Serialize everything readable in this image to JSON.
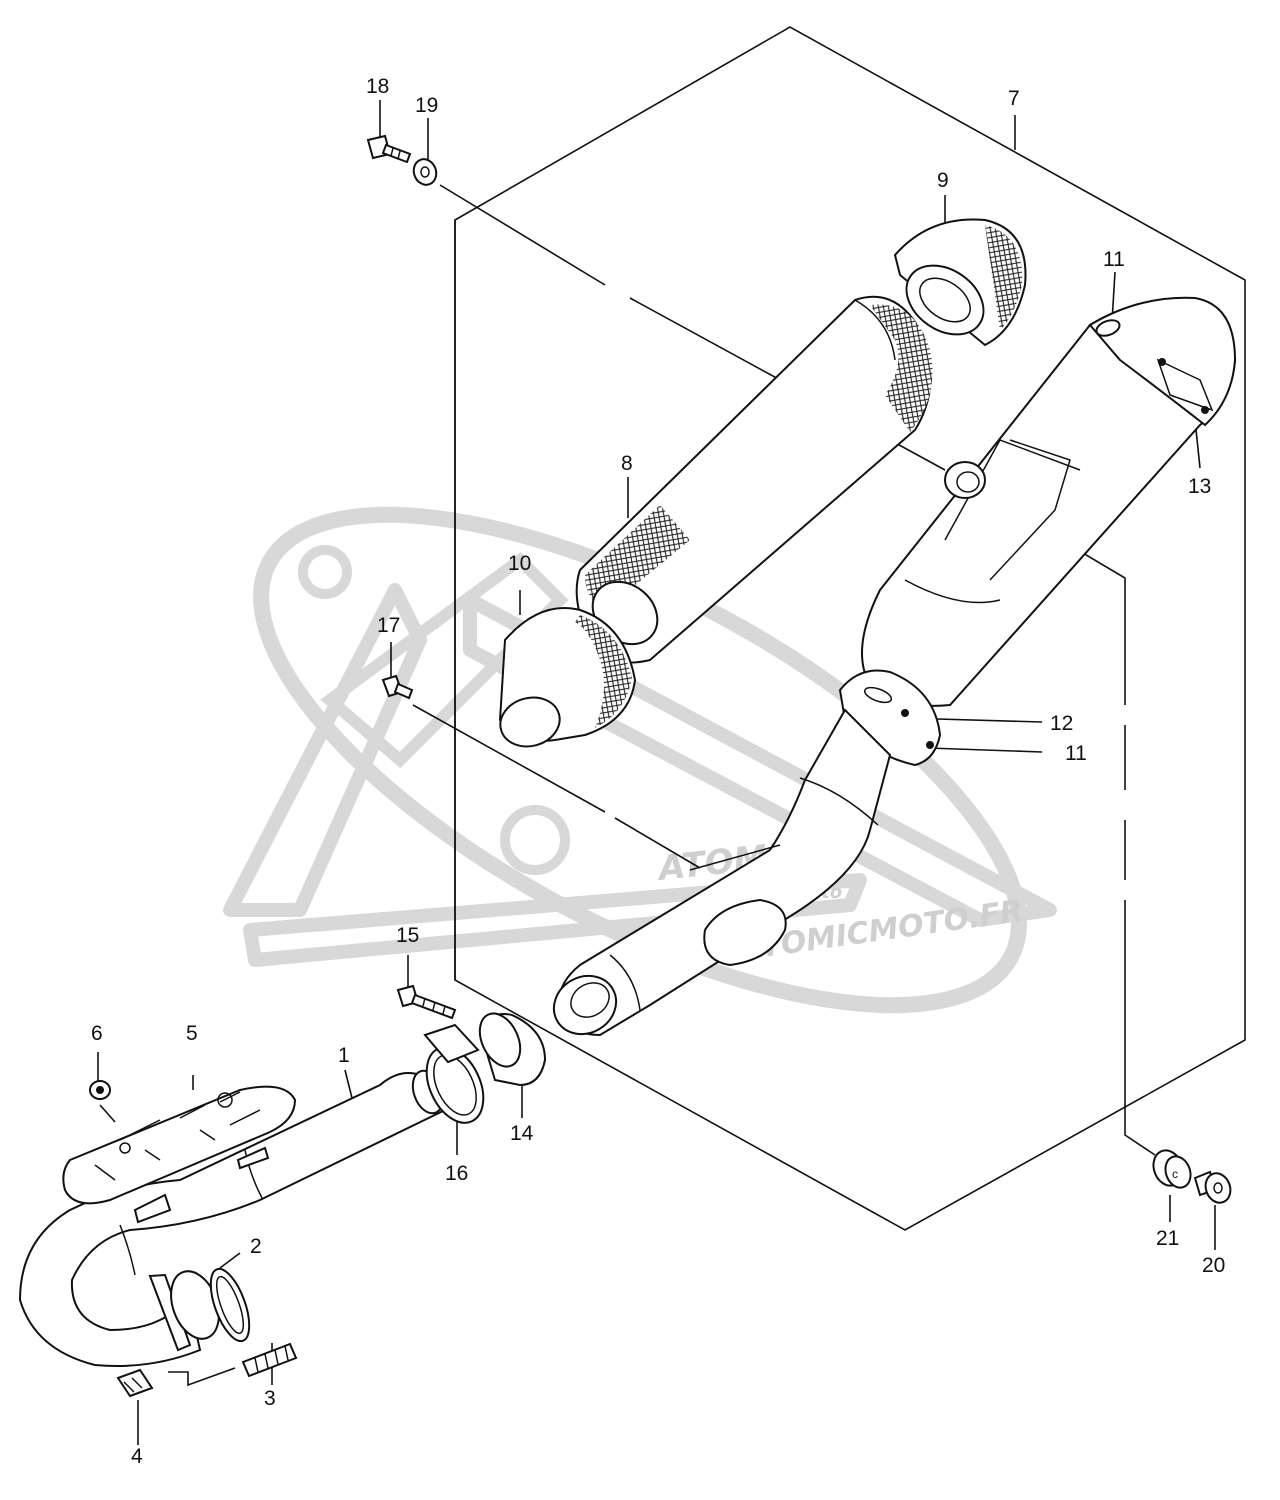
{
  "watermark": {
    "brand": "ATOMIC",
    "sub": "moto",
    "url": "WWW.ATOMICMOTO.FR",
    "color": "#cfcfcf"
  },
  "callouts": {
    "p1": "1",
    "p2": "2",
    "p3": "3",
    "p4": "4",
    "p5": "5",
    "p6": "6",
    "p7": "7",
    "p8": "8",
    "p9": "9",
    "p10": "10",
    "p11a": "11",
    "p11b": "11",
    "p12": "12",
    "p13": "13",
    "p14": "14",
    "p15": "15",
    "p16": "16",
    "p17": "17",
    "p18": "18",
    "p19": "19",
    "p20": "20",
    "p21": "21"
  }
}
